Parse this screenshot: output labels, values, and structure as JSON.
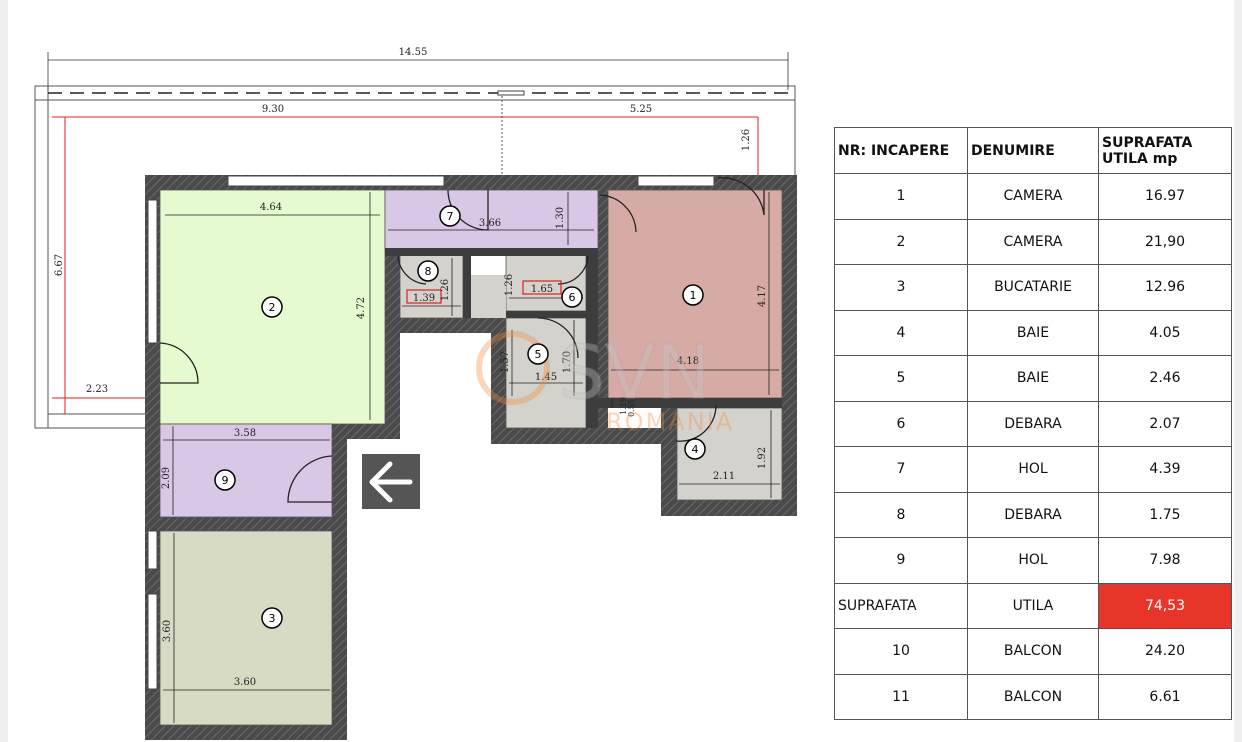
{
  "plan": {
    "dimensions": {
      "overall": "14.55",
      "left_balcony": "9.30",
      "right_balcony": "5.25",
      "balcony_depth": "6.67",
      "balcony_small": "2.23",
      "balcony_right_depth": "1.26",
      "room2_width": "4.64",
      "room2_height": "4.72",
      "hol7_width": "3.66",
      "hol7_height": "1.30",
      "deb8_width": "1.39",
      "deb8_height": "1.26",
      "deb6_width": "1.65",
      "deb6_height": "1.26",
      "baie5_width": "1.45",
      "baie5_h1": "1.57",
      "baie5_h2": "1.70",
      "room1_width": "4.18",
      "room1_height": "4.17",
      "small_a": "1.19",
      "small_b": "0.55",
      "baie4_width": "2.11",
      "baie4_height": "1.92",
      "hol9_width": "3.58",
      "hol9_height": "2.09",
      "room3_width": "3.60",
      "room3_height": "3.60"
    },
    "room_labels": [
      "1",
      "2",
      "3",
      "4",
      "5",
      "6",
      "7",
      "8",
      "9"
    ],
    "watermark": {
      "brand": "SVN",
      "sub": "ROMANIA"
    },
    "entrance_icon": "arrow-left-icon",
    "colors": {
      "room1": "#d6aaa5",
      "room2": "#e6fad0",
      "room3": "#d7dbc4",
      "hall": "#d9c7e6",
      "small": "#d4d2cc",
      "wall": "#4a4a4a",
      "dim_red": "#e02020"
    }
  },
  "table": {
    "headers": [
      "NR: INCAPERE",
      "DENUMIRE",
      "SUPRAFATA UTILA mp"
    ],
    "rows": [
      [
        "1",
        "CAMERA",
        "16.97"
      ],
      [
        "2",
        "CAMERA",
        "21,90"
      ],
      [
        "3",
        "BUCATARIE",
        "12.96"
      ],
      [
        "4",
        "BAIE",
        "4.05"
      ],
      [
        "5",
        "BAIE",
        "2.46"
      ],
      [
        "6",
        "DEBARA",
        "2.07"
      ],
      [
        "7",
        "HOL",
        "4.39"
      ],
      [
        "8",
        "DEBARA",
        "1.75"
      ],
      [
        "9",
        "HOL",
        "7.98"
      ]
    ],
    "total": [
      "SUPRAFATA",
      "UTILA",
      "74,53"
    ],
    "balconies": [
      [
        "10",
        "BALCON",
        "24.20"
      ],
      [
        "11",
        "BALCON",
        "6.61"
      ]
    ],
    "highlight_color": "#e8352a"
  }
}
